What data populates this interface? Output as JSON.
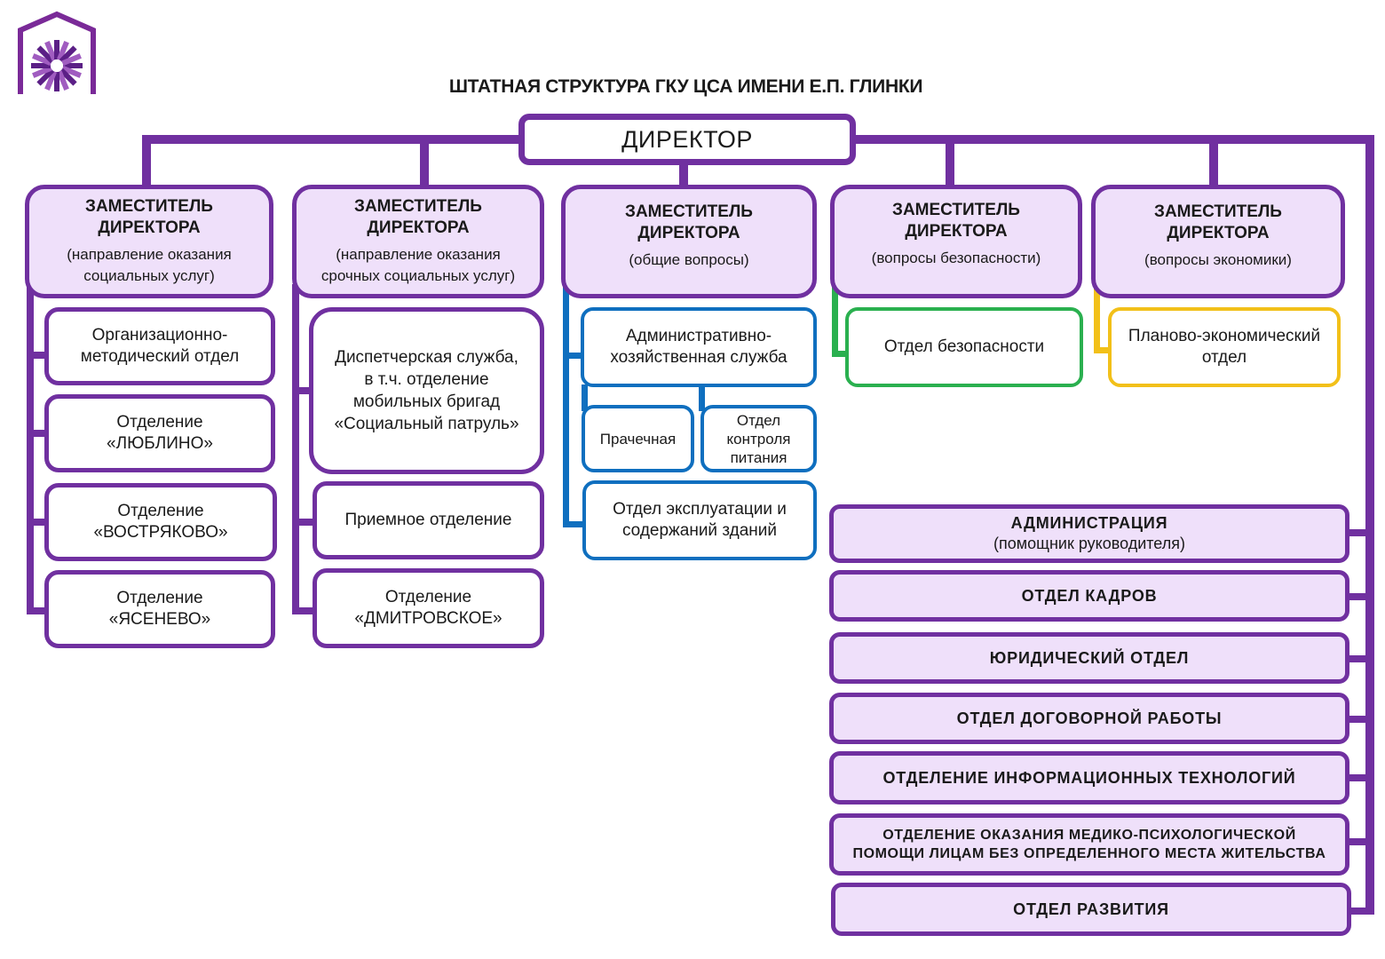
{
  "header": {
    "logo": "house-sun-logo-icon",
    "title": "ШТАТНАЯ СТРУКТУРА ГКУ ЦСА ИМЕНИ Е.П. ГЛИНКИ"
  },
  "colors": {
    "primary": "#7030a0",
    "fill": "#efe0fa",
    "blue": "#0f6fbf",
    "green": "#2ab04f",
    "yellow": "#f2c019"
  },
  "director": {
    "label": "ДИРЕКТОР"
  },
  "deputies": [
    {
      "title_line1": "ЗАМЕСТИТЕЛЬ",
      "title_line2": "ДИРЕКТОРА",
      "subtitle_line1": "(направление  оказания",
      "subtitle_line2": "социальных  услуг)",
      "units": [
        {
          "line1": "Организационно-",
          "line2": "методический отдел"
        },
        {
          "line1": "Отделение",
          "line2": "«ЛЮБЛИНО»"
        },
        {
          "line1": "Отделение",
          "line2": "«ВОСТРЯКОВО»"
        },
        {
          "line1": "Отделение",
          "line2": "«ЯСЕНЕВО»"
        }
      ]
    },
    {
      "title_line1": "ЗАМЕСТИТЕЛЬ",
      "title_line2": "ДИРЕКТОРА",
      "subtitle_line1": "(направление  оказания",
      "subtitle_line2": "срочных социальных  услуг)",
      "units": [
        {
          "line1": "Диспетчерская служба,",
          "line2": "в т.ч. отделение",
          "line3": "мобильных бригад",
          "line4": "«Социальный патруль»"
        },
        {
          "line1": "Приемное  отделение"
        },
        {
          "line1": "Отделение",
          "line2": "«ДМИТРОВСКОЕ»"
        }
      ]
    },
    {
      "title_line1": "ЗАМЕСТИТЕЛЬ",
      "title_line2": "ДИРЕКТОРА",
      "subtitle_line1": "(общие  вопросы)",
      "units": [
        {
          "line1": "Административно-",
          "line2": "хозяйственная служба"
        },
        {
          "line1": "Прачечная"
        },
        {
          "line1": "Отдел",
          "line2": "контроля",
          "line3": "питания"
        },
        {
          "line1": "Отдел эксплуатации и",
          "line2": "содержаний зданий"
        }
      ]
    },
    {
      "title_line1": "ЗАМЕСТИТЕЛЬ",
      "title_line2": "ДИРЕКТОРА",
      "subtitle_line1": "(вопросы  безопасности)",
      "units": [
        {
          "line1": "Отдел безопасности"
        }
      ]
    },
    {
      "title_line1": "ЗАМЕСТИТЕЛЬ",
      "title_line2": "ДИРЕКТОРА",
      "subtitle_line1": "(вопросы  экономики)",
      "units": [
        {
          "line1": "Планово-экономический",
          "line2": "отдел"
        }
      ]
    }
  ],
  "direct_units": [
    {
      "line1": "АДМИНИСТРАЦИЯ",
      "line2": "(помощник руководителя)"
    },
    {
      "line1": "ОТДЕЛ  КАДРОВ"
    },
    {
      "line1": "ЮРИДИЧЕСКИЙ  ОТДЕЛ"
    },
    {
      "line1": "ОТДЕЛ  ДОГОВОРНОЙ  РАБОТЫ"
    },
    {
      "line1": "ОТДЕЛЕНИЕ  ИНФОРМАЦИОННЫХ  ТЕХНОЛОГИЙ"
    },
    {
      "line1": "ОТДЕЛЕНИЕ  ОКАЗАНИЯ  МЕДИКО-ПСИХОЛОГИЧЕСКОЙ",
      "line2": "ПОМОЩИ ЛИЦАМ БЕЗ ОПРЕДЕЛЕННОГО  МЕСТА  ЖИТЕЛЬСТВА"
    },
    {
      "line1": "ОТДЕЛ  РАЗВИТИЯ"
    }
  ]
}
